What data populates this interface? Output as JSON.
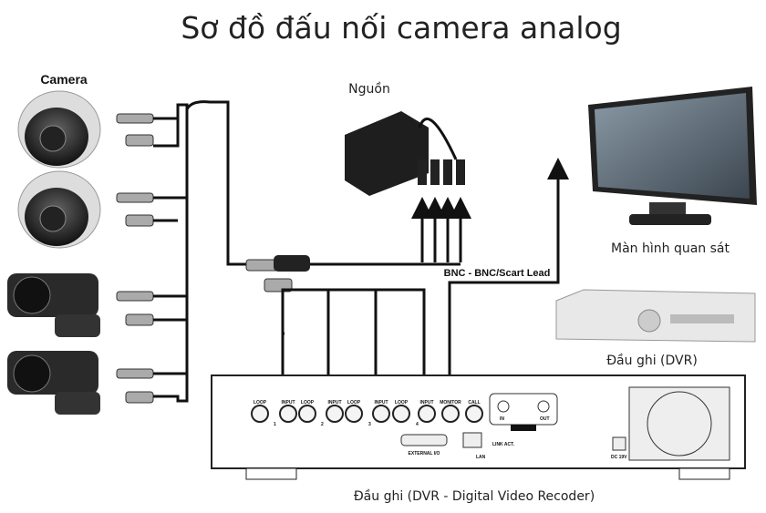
{
  "title": "Sơ đồ đấu nối camera analog",
  "labels": {
    "camera": "Camera",
    "power": "Nguồn",
    "monitor": "Màn hình quan sát",
    "dvr_front": "Đầu ghi (DVR)",
    "dvr_back": "Đầu ghi (DVR - Digital Video Recoder)",
    "lead": "BNC - BNC/Scart Lead"
  },
  "panel": {
    "loop": "LOOP",
    "input": "INPUT",
    "monitor": "MONITOR",
    "call": "CALL",
    "in": "IN",
    "out": "OUT",
    "external": "EXTERNAL I/O",
    "lan": "LAN",
    "link": "LINK ACT.",
    "dc": "DC 19V",
    "channels": [
      "1",
      "2",
      "3",
      "4"
    ]
  }
}
